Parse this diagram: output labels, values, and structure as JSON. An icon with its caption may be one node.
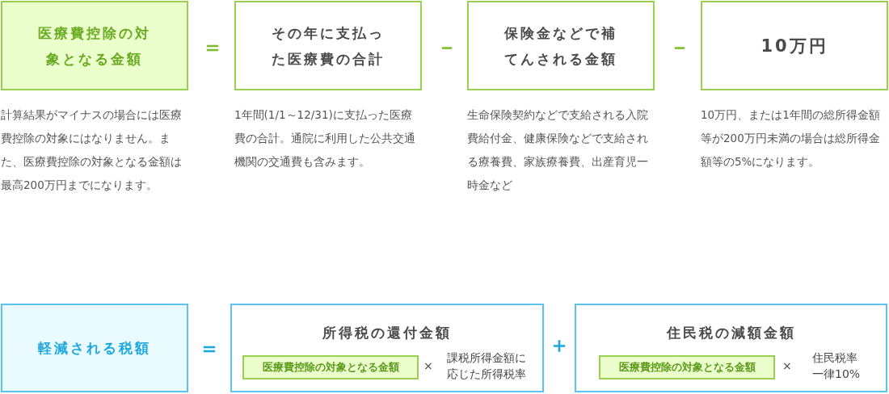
{
  "diagram": {
    "nodes": [
      {
        "text": [
          "医療費控除の対象となる金額"
        ],
        "beside": [
          "計算結果がマイナスの場合には医療費控除の対象にはなりません。また、医療費控除の対象となる金額は最高200万円までになります。"
        ]
      },
      {
        "text": [
          "その年に支払った医療費の合計"
        ],
        "beside": [
          "1年間(1/1～12/31)に支払った医療費の合計。通院に利用した公共交通機関の交通費も含みます。"
        ]
      },
      {
        "text": [
          "保険金などで補てんされる金額"
        ],
        "beside": [
          "生命保険契約などで支給される入院費給付金、健康保険などで支給される療養費、家族療養費、出産育児一時金など"
        ]
      },
      {
        "text": [
          "10万円"
        ],
        "beside": [
          "10万円、または1年間の総所得金額等が200万円未満の場合は総所得金額等の5%になります。"
        ]
      },
      {
        "text": [
          "軽減される税額"
        ]
      },
      {
        "text": [
          "**所得税**の還付金額"
        ]
      },
      {
        "text": [
          "医療費控除の対象となる金額"
        ],
        "in": 5
      },
      {
        "text": [
          "**住民税**の減額金額"
        ]
      },
      {
        "text": [
          "医療費控除の対象となる金額"
        ],
        "in": 7
      }
    ],
    "labels": [
      "＝",
      "－",
      "－",
      "＝",
      "×",
      "課税所得金額に応じた所得税率",
      "＋",
      "×",
      "住民税率一律10%"
    ]
  }
}
